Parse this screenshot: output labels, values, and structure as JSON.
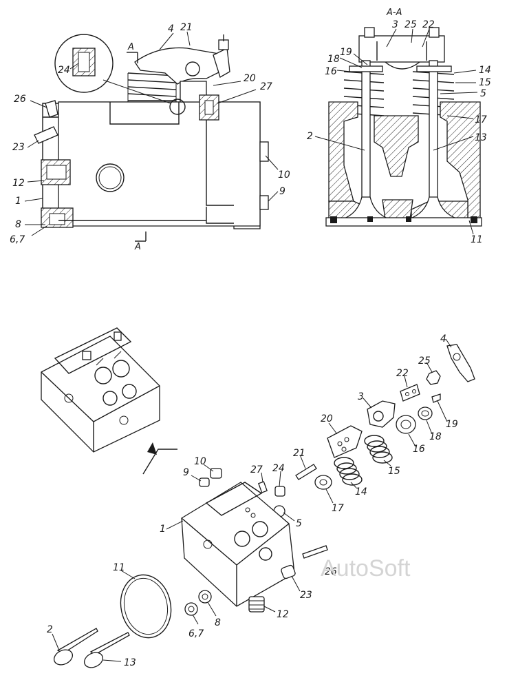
{
  "section_view": {
    "title": "А-А",
    "cut_mark": "А"
  },
  "side_view_labels": [
    "4",
    "21",
    "24",
    "20",
    "27",
    "26",
    "23",
    "12",
    "1",
    "8",
    "6,7",
    "10",
    "9"
  ],
  "section_labels": [
    "3",
    "25",
    "22",
    "18",
    "19",
    "16",
    "14",
    "15",
    "5",
    "17",
    "2",
    "13",
    "11"
  ],
  "exploded_labels": [
    "4",
    "25",
    "22",
    "3",
    "19",
    "18",
    "16",
    "20",
    "15",
    "21",
    "14",
    "27",
    "24",
    "10",
    "9",
    "17",
    "5",
    "1",
    "26",
    "23",
    "11",
    "12",
    "8",
    "6,7",
    "2",
    "13"
  ],
  "watermark": "AutoSoft"
}
